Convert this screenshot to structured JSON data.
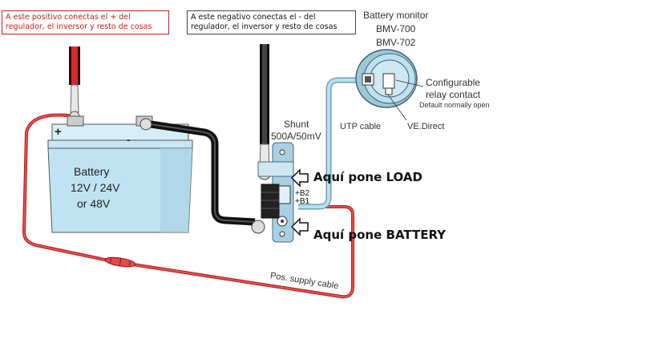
{
  "notes": {
    "positive": "A este positivo conectas el + del regulador, el inversor y resto de cosas",
    "negative": "A este negativo conectas el - del regulador, el inversor y resto de cosas"
  },
  "monitor": {
    "title": "Battery monitor",
    "model1": "BMV-700",
    "model2": "BMV-702",
    "relay1": "Configurable",
    "relay2": "relay contact",
    "relay3": "Default normally open",
    "vedirect": "VE.Direct",
    "utp": "UTP cable"
  },
  "battery": {
    "line1": "Battery",
    "line2": "12V  / 24V",
    "line3": "or 48V",
    "plus": "+",
    "minus": "-"
  },
  "shunt": {
    "title": "Shunt",
    "rating": "500A/50mV",
    "b2": "+B2",
    "b1": "+B1"
  },
  "annotations": {
    "load": "Aquí pone LOAD",
    "battery": "Aquí pone BATTERY"
  },
  "cables": {
    "pos_supply": "Pos. supply cable"
  },
  "colors": {
    "red_wire": "#d42a2a",
    "black_wire": "#1a1a1a",
    "battery_fill": "#bfe3f2",
    "utp": "#a8d4ea"
  }
}
